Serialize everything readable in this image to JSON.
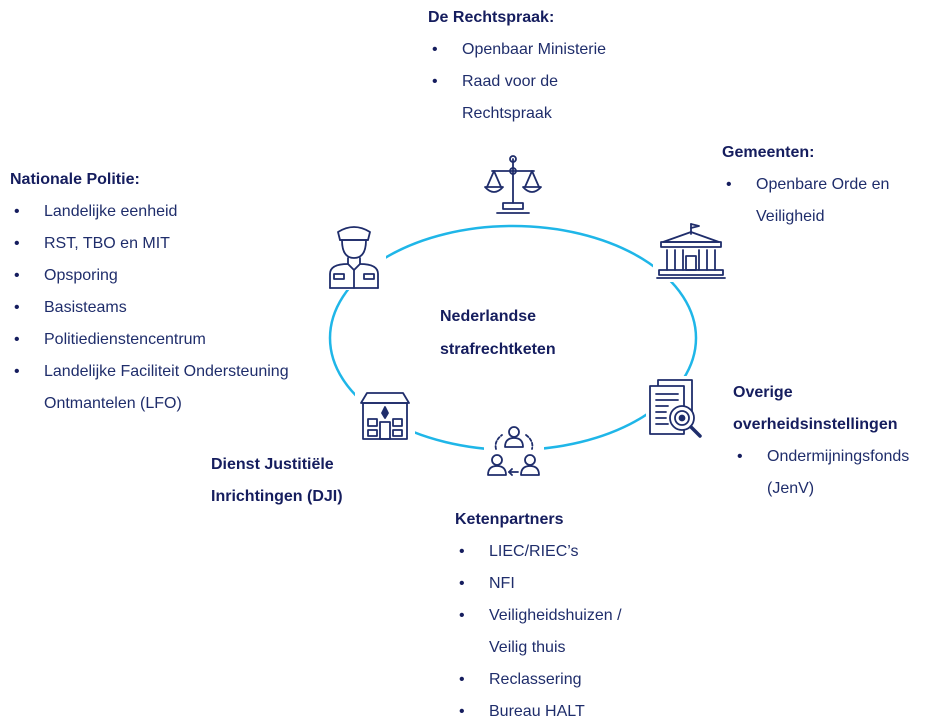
{
  "center": {
    "line1": "Nederlandse",
    "line2": "strafrechtketen"
  },
  "rechtspraak": {
    "title": "De Rechtspraak:",
    "items": [
      [
        "Openbaar Ministerie"
      ],
      [
        "Raad voor de",
        "Rechtspraak"
      ]
    ]
  },
  "gemeenten": {
    "title": "Gemeenten:",
    "items": [
      [
        "Openbare Orde en",
        "Veiligheid"
      ]
    ]
  },
  "politie": {
    "title": "Nationale Politie:",
    "items": [
      [
        "Landelijke eenheid"
      ],
      [
        "RST, TBO en MIT"
      ],
      [
        "Opsporing"
      ],
      [
        "Basisteams"
      ],
      [
        "Politiedienstencentrum"
      ],
      [
        "Landelijke Faciliteit Ondersteuning",
        "Ontmantelen (LFO)"
      ]
    ]
  },
  "overige": {
    "title1": "Overige",
    "title2": "overheidsinstellingen",
    "items": [
      [
        "Ondermijningsfonds",
        "(JenV)"
      ]
    ]
  },
  "dji": {
    "title1": "Dienst Justitiële",
    "title2": "Inrichtingen (DJI)"
  },
  "ketenpartners": {
    "title": "Ketenpartners",
    "items": [
      [
        "LIEC/RIEC’s"
      ],
      [
        "NFI"
      ],
      [
        "Veiligheidshuizen /",
        "Veilig thuis"
      ],
      [
        "Reclassering"
      ],
      [
        "Bureau HALT"
      ]
    ]
  },
  "colors": {
    "ellipse": "#1fb6e8",
    "icon": "#1f2d6b",
    "text": "#1f2d6b"
  },
  "icons": [
    "scales-icon",
    "city-hall-icon",
    "document-search-icon",
    "people-cycle-icon",
    "police-station-icon",
    "police-officer-icon"
  ]
}
